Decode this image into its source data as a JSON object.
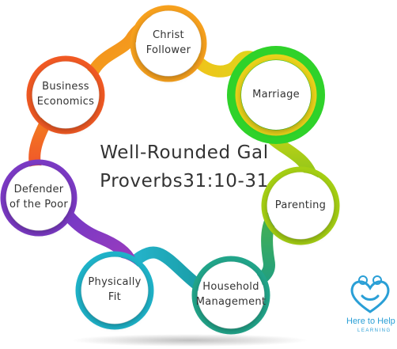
{
  "title": "Well-Rounded Gal",
  "subtitle": "Proverbs31:10-31",
  "nodes": [
    {
      "label": "Christ\nFollower"
    },
    {
      "label": "Marriage"
    },
    {
      "label": "Parenting"
    },
    {
      "label": "Household\nManagement"
    },
    {
      "label": "Physically\nFit"
    },
    {
      "label": "Defender\nof the Poor"
    },
    {
      "label": "Business\nEconomics"
    }
  ],
  "logo": {
    "line1": "Here to Help",
    "line2": "LEARNING"
  },
  "colors": {
    "orange_ribbon": "#f7a11e",
    "yellow_ribbon": "#e8d21a",
    "green_ring": "#2fd22a",
    "lime_ribbon": "#a5cf14",
    "teal_ribbon": "#22a58a",
    "cyan_ribbon": "#1fb3c9",
    "purple_ribbon": "#7b3ac4",
    "red_ribbon": "#f15a24",
    "logo_blue": "#2a9fd6"
  }
}
